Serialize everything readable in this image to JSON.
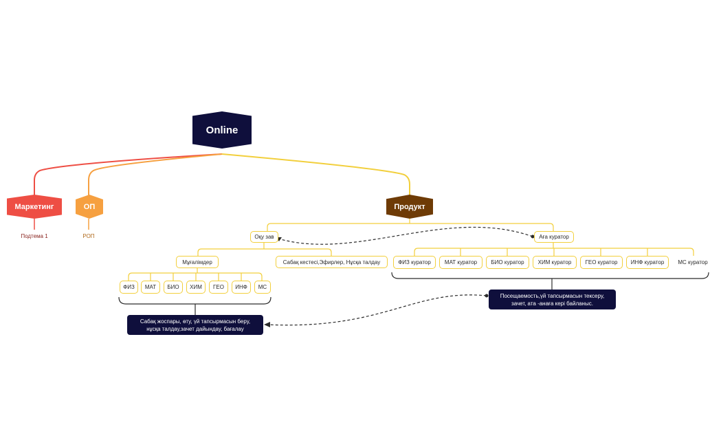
{
  "colors": {
    "root": "#0f0f3c",
    "marketing": "#ee4e44",
    "op": "#f6a040",
    "product": "#6e3b06",
    "yellow_line": "#f2cf3c",
    "dark_text": "#2a2a2a"
  },
  "root": {
    "label": "Online"
  },
  "marketing": {
    "label": "Маркетинг",
    "sub": "Подтема 1"
  },
  "op": {
    "label": "ОП",
    "sub": "РОП"
  },
  "product": {
    "label": "Продукт",
    "oku_zav": "Оқу зав",
    "aga_kurator": "Аға куратор",
    "teachers": "Мұғалімдер",
    "schedule": "Сабақ кестесі,Эфирлер, Нұсқа талдау",
    "subjects": [
      "ФИЗ",
      "МАТ",
      "БИО",
      "ХИМ",
      "ГЕО",
      "ИНФ",
      "МС"
    ],
    "curators": [
      "ФИЗ куратор",
      "МАТ куратор",
      "БИО куратор",
      "ХИМ куратор",
      "ГЕО куратор",
      "ИНФ куратор",
      "МС куратор"
    ],
    "teacher_note": [
      "Сабақ жоспары, өту, үй тапсырмасын беру,",
      "нұсқа талдау,зачет дайындау, бағалау"
    ],
    "curator_note": [
      "Посещаемость,үй тапсырмасын тексеру,",
      "зачет, ата -анаға кері байланыс."
    ]
  }
}
